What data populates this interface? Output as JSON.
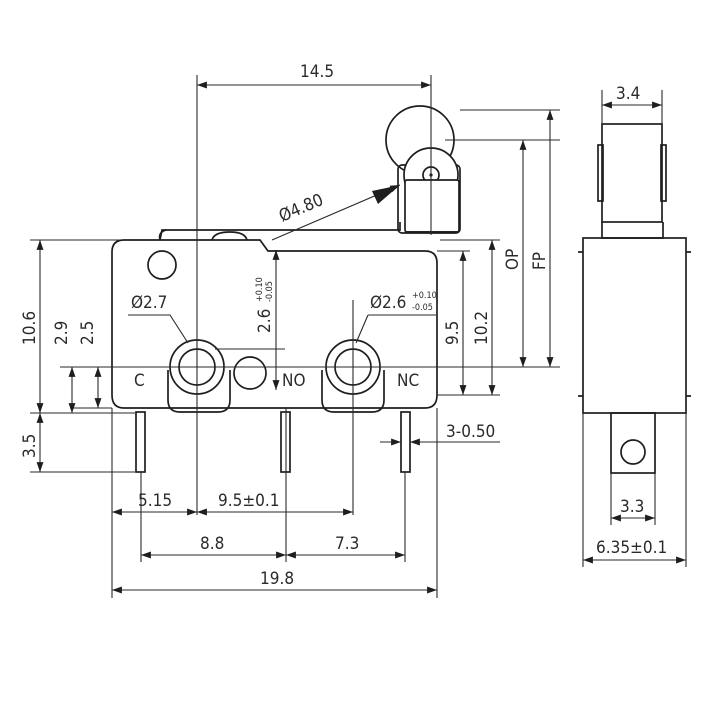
{
  "dimensions": {
    "top_width": "14.5",
    "side_top_width": "3.4",
    "roller_diameter": "Ø4.80",
    "hole_left": "Ø2.7",
    "hole_right": "Ø2.6",
    "hole_right_tol_upper": "+0.10",
    "hole_right_tol_lower": "-0.05",
    "hole_height": "2.6",
    "hole_height_tol_upper": "+0.10",
    "hole_height_tol_lower": "-0.05",
    "op": "OP",
    "fp": "FP",
    "height_9_5": "9.5",
    "height_10_2": "10.2",
    "body_height": "10.6",
    "left_2_9": "2.9",
    "left_2_5": "2.5",
    "pin_length": "3.5",
    "pin_width": "3-0.50",
    "pitch_5_15": "5.15",
    "pitch_9_5": "9.5±0.1",
    "pitch_8_8": "8.8",
    "pitch_7_3": "7.3",
    "body_length": "19.8",
    "side_pin_width": "3.3",
    "side_width": "6.35±0.1"
  },
  "terminals": {
    "c": "C",
    "no": "NO",
    "nc": "NC"
  }
}
